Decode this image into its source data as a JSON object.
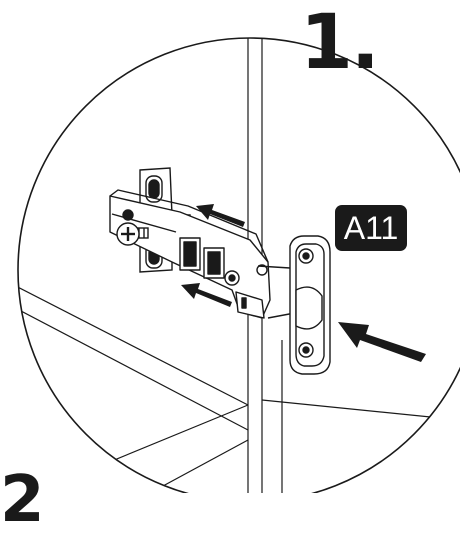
{
  "step": {
    "number": "1."
  },
  "part": {
    "code": "A11"
  },
  "next_step": {
    "number": "2"
  },
  "colors": {
    "ink": "#1a1a1a",
    "paper": "#ffffff"
  },
  "icons": [
    "concealed-hinge-icon",
    "mounting-plate-icon",
    "screw-icon",
    "direction-arrow-icon"
  ]
}
